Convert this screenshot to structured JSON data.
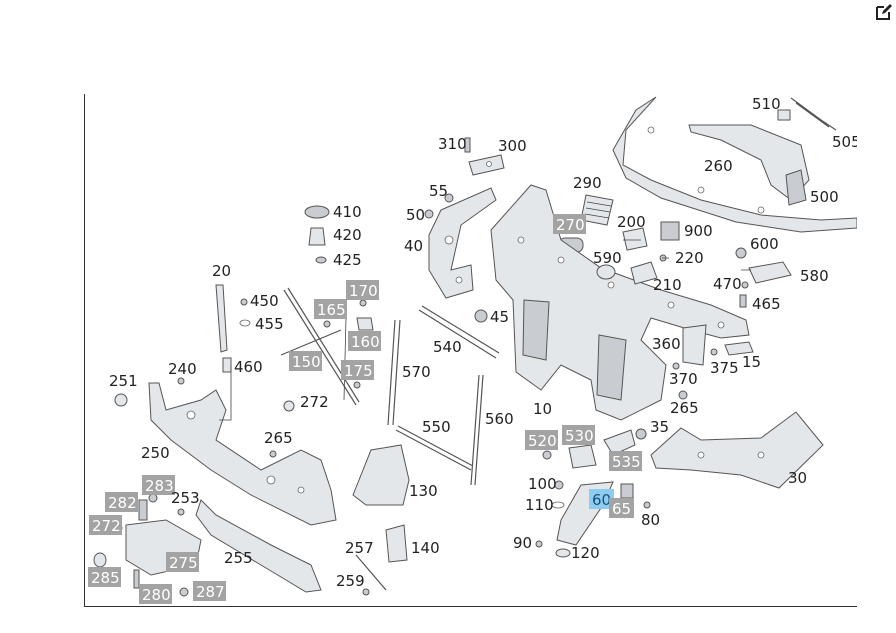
{
  "toolbar": {
    "edit_icon": "edit-pencil-square-icon"
  },
  "diagram": {
    "selected": "60",
    "callouts": [
      {
        "id": "c510",
        "text": "510",
        "style": "plain"
      },
      {
        "id": "c505",
        "text": "505",
        "style": "plain"
      },
      {
        "id": "c260",
        "text": "260",
        "style": "plain"
      },
      {
        "id": "c500",
        "text": "500",
        "style": "plain"
      },
      {
        "id": "c310",
        "text": "310",
        "style": "plain"
      },
      {
        "id": "c300",
        "text": "300",
        "style": "plain"
      },
      {
        "id": "c290",
        "text": "290",
        "style": "plain"
      },
      {
        "id": "c270",
        "text": "270",
        "style": "highlight"
      },
      {
        "id": "c200",
        "text": "200",
        "style": "plain"
      },
      {
        "id": "c900",
        "text": "900",
        "style": "plain"
      },
      {
        "id": "c600",
        "text": "600",
        "style": "plain"
      },
      {
        "id": "c55",
        "text": "55",
        "style": "plain"
      },
      {
        "id": "c50",
        "text": "50",
        "style": "plain"
      },
      {
        "id": "c40",
        "text": "40",
        "style": "plain"
      },
      {
        "id": "c410",
        "text": "410",
        "style": "plain"
      },
      {
        "id": "c420",
        "text": "420",
        "style": "plain"
      },
      {
        "id": "c425",
        "text": "425",
        "style": "plain"
      },
      {
        "id": "c590",
        "text": "590",
        "style": "plain"
      },
      {
        "id": "c220",
        "text": "220",
        "style": "plain"
      },
      {
        "id": "c210",
        "text": "210",
        "style": "plain"
      },
      {
        "id": "c470",
        "text": "470",
        "style": "plain"
      },
      {
        "id": "c580",
        "text": "580",
        "style": "plain"
      },
      {
        "id": "c465",
        "text": "465",
        "style": "plain"
      },
      {
        "id": "c20",
        "text": "20",
        "style": "plain"
      },
      {
        "id": "c450",
        "text": "450",
        "style": "plain"
      },
      {
        "id": "c455",
        "text": "455",
        "style": "plain"
      },
      {
        "id": "c170",
        "text": "170",
        "style": "highlight"
      },
      {
        "id": "c165",
        "text": "165",
        "style": "highlight"
      },
      {
        "id": "c160",
        "text": "160",
        "style": "highlight"
      },
      {
        "id": "c45",
        "text": "45",
        "style": "plain"
      },
      {
        "id": "c540",
        "text": "540",
        "style": "plain"
      },
      {
        "id": "c360",
        "text": "360",
        "style": "plain"
      },
      {
        "id": "c15",
        "text": "15",
        "style": "plain"
      },
      {
        "id": "c375",
        "text": "375",
        "style": "plain"
      },
      {
        "id": "c370",
        "text": "370",
        "style": "plain"
      },
      {
        "id": "c460",
        "text": "460",
        "style": "plain"
      },
      {
        "id": "c150",
        "text": "150",
        "style": "highlight"
      },
      {
        "id": "c175",
        "text": "175",
        "style": "highlight"
      },
      {
        "id": "c570",
        "text": "570",
        "style": "plain"
      },
      {
        "id": "c251",
        "text": "251",
        "style": "plain"
      },
      {
        "id": "c240",
        "text": "240",
        "style": "plain"
      },
      {
        "id": "c272",
        "text": "272",
        "style": "plain"
      },
      {
        "id": "c10",
        "text": "10",
        "style": "plain"
      },
      {
        "id": "c265a",
        "text": "265",
        "style": "plain"
      },
      {
        "id": "c560",
        "text": "560",
        "style": "plain"
      },
      {
        "id": "c550",
        "text": "550",
        "style": "plain"
      },
      {
        "id": "c35",
        "text": "35",
        "style": "plain"
      },
      {
        "id": "c250",
        "text": "250",
        "style": "plain"
      },
      {
        "id": "c265b",
        "text": "265",
        "style": "plain"
      },
      {
        "id": "c520",
        "text": "520",
        "style": "highlight"
      },
      {
        "id": "c530",
        "text": "530",
        "style": "highlight"
      },
      {
        "id": "c535",
        "text": "535",
        "style": "highlight"
      },
      {
        "id": "c30",
        "text": "30",
        "style": "plain"
      },
      {
        "id": "c283",
        "text": "283",
        "style": "highlight"
      },
      {
        "id": "c253",
        "text": "253",
        "style": "plain"
      },
      {
        "id": "c130",
        "text": "130",
        "style": "plain"
      },
      {
        "id": "c100",
        "text": "100",
        "style": "plain"
      },
      {
        "id": "c282",
        "text": "282",
        "style": "highlight"
      },
      {
        "id": "c110",
        "text": "110",
        "style": "plain"
      },
      {
        "id": "c60",
        "text": "60",
        "style": "selected"
      },
      {
        "id": "c65",
        "text": "65",
        "style": "highlight"
      },
      {
        "id": "c80",
        "text": "80",
        "style": "plain"
      },
      {
        "id": "c272b",
        "text": "272",
        "style": "highlight"
      },
      {
        "id": "c275",
        "text": "275",
        "style": "highlight"
      },
      {
        "id": "c255",
        "text": "255",
        "style": "plain"
      },
      {
        "id": "c257",
        "text": "257",
        "style": "plain"
      },
      {
        "id": "c140",
        "text": "140",
        "style": "plain"
      },
      {
        "id": "c90",
        "text": "90",
        "style": "plain"
      },
      {
        "id": "c120",
        "text": "120",
        "style": "plain"
      },
      {
        "id": "c285",
        "text": "285",
        "style": "highlight"
      },
      {
        "id": "c259",
        "text": "259",
        "style": "plain"
      },
      {
        "id": "c280",
        "text": "280",
        "style": "highlight"
      },
      {
        "id": "c287",
        "text": "287",
        "style": "highlight"
      }
    ]
  }
}
